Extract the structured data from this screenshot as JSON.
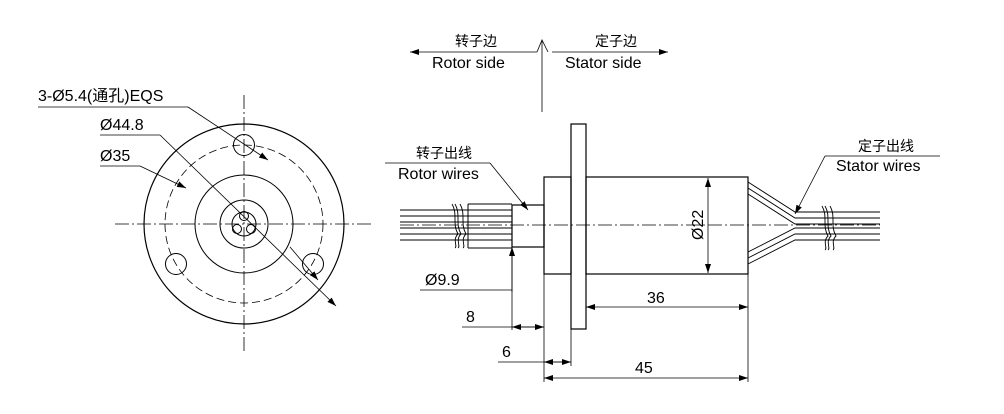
{
  "side_labels": {
    "rotor_side_cn": "转子边",
    "rotor_side_en": "Rotor side",
    "stator_side_cn": "定子边",
    "stator_side_en": "Stator side"
  },
  "front_view": {
    "holes_label": "3-Ø5.4(通孔)EQS",
    "dia_outer": "Ø44.8",
    "dia_pcd": "Ø35"
  },
  "side_view": {
    "rotor_wires_cn": "转子出线",
    "rotor_wires_en": "Rotor wires",
    "stator_wires_cn": "定子出线",
    "stator_wires_en": "Stator wires",
    "dia_shaft": "Ø9.9",
    "dia_body": "Ø22",
    "dim_8": "8",
    "dim_6": "6",
    "dim_36": "36",
    "dim_45": "45"
  }
}
